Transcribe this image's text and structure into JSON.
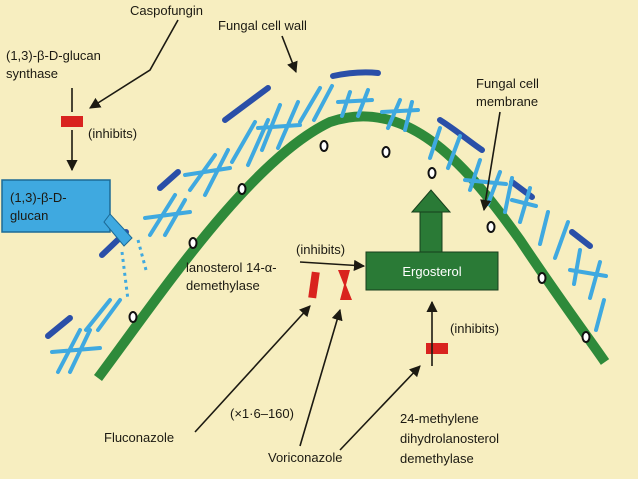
{
  "labels": {
    "caspofungin": "Caspofungin",
    "fungal_cell_wall": "Fungal cell wall",
    "glucan_synthase_line1": "(1,3)-β-D-glucan",
    "glucan_synthase_line2": "synthase",
    "inhibits_top": "(inhibits)",
    "glucan_box_line1": "(1,3)-β-D-",
    "glucan_box_line2": "glucan",
    "fungal_cell_membrane_line1": "Fungal cell",
    "fungal_cell_membrane_line2": "membrane",
    "inhibits_mid": "(inhibits)",
    "ergosterol": "Ergosterol",
    "lanosterol_line1": "lanosterol 14-α-",
    "lanosterol_line2": "demethylase",
    "inhibits_right": "(inhibits)",
    "fluconazole": "Fluconazole",
    "potency": "(×1·6–160)",
    "voriconazole": "Voriconazole",
    "methylene_line1": "24-methylene",
    "methylene_line2": "dihydrolanosterol",
    "methylene_line3": "demethylase"
  },
  "colors": {
    "background": "#f7eec0",
    "membrane": "#2e8a3a",
    "glucan_fibers": "#3fa9e0",
    "wall_bars": "#2a4fa8",
    "enzyme_red": "#d9231f",
    "ergosterol_box": "#2a7a36",
    "glucan_box": "#3fa9e0"
  }
}
